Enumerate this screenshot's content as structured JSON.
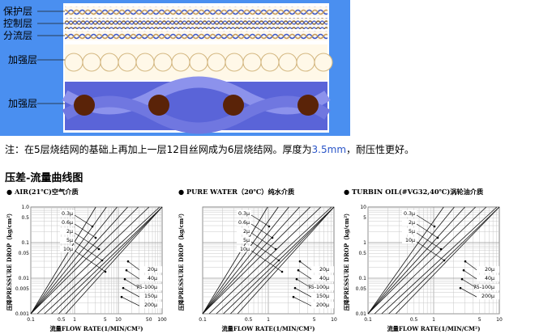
{
  "layer_labels": [
    "保护层",
    "控制层",
    "分流层",
    "加强层",
    "加强层"
  ],
  "note": {
    "prefix": "注：在5层烧结网的基础上再加上一层12目丝网成为6层烧结网。厚度为",
    "thickness": "3.5mm",
    "suffix": "，耐压性更好。"
  },
  "section_title": "压差-流量曲线图",
  "colors": {
    "blue_bg": "#4a8ff0",
    "cream": "#fff8e8",
    "tan": "#c9aa70",
    "dot_blue": "#2e3ec0",
    "dot_brown": "#5a2308",
    "band_blue": "#5a64d8"
  },
  "chart_data": [
    {
      "type": "line",
      "title": "● AIR(21℃)空气介质",
      "xlabel": "流量FLOW RATE(1/MIN/CM²)",
      "ylabel": "压降PRESSURE DROP（kg/cm²）",
      "x_ticks": [
        "0.1",
        "0.5",
        "1",
        "5",
        "10",
        "50",
        "100"
      ],
      "y_ticks": [
        "1.0",
        "0.5",
        "0.1",
        "0.05",
        "0.01",
        "0.005",
        "0.001"
      ],
      "xlim": [
        0.1,
        100
      ],
      "ylim": [
        0.001,
        1.0
      ],
      "log": true,
      "series_labels": [
        {
          "name": "0.3μ",
          "side": "left"
        },
        {
          "name": "0.6μ",
          "side": "left"
        },
        {
          "name": "2μ",
          "side": "left"
        },
        {
          "name": "5μ",
          "side": "left"
        },
        {
          "name": "10μ",
          "side": "left"
        },
        {
          "name": "20μ",
          "side": "right"
        },
        {
          "name": "40μ",
          "side": "right"
        },
        {
          "name": "75-100μ",
          "side": "right"
        },
        {
          "name": "150μ",
          "side": "right"
        },
        {
          "name": "200μ",
          "side": "right"
        }
      ]
    },
    {
      "type": "line",
      "title": "● PURE WATER（20℃）纯水介质",
      "xlabel": "流量FLOW RATE(1/MIN/CM²)",
      "ylabel": "压降PRESSURE DROP（kg/cm²）",
      "x_ticks": [
        "0.1",
        "0.5",
        "1",
        "5",
        "10"
      ],
      "y_ticks": [],
      "xlim": [
        0.1,
        10
      ],
      "ylim": [
        0.001,
        1.0
      ],
      "log": true,
      "series_labels": [
        {
          "name": "0.3μ",
          "side": "left"
        },
        {
          "name": "0.6μ",
          "side": "left"
        },
        {
          "name": "2μ",
          "side": "left"
        },
        {
          "name": "5μ",
          "side": "left"
        },
        {
          "name": "10μ",
          "side": "left"
        },
        {
          "name": "20μ",
          "side": "right"
        },
        {
          "name": "40μ",
          "side": "right"
        },
        {
          "name": "75-100μ",
          "side": "right"
        },
        {
          "name": "150μ",
          "side": "right"
        },
        {
          "name": "200μ",
          "side": "right"
        }
      ]
    },
    {
      "type": "line",
      "title": "● TURBIN OIL(#VG32,40℃)涡轮油介质",
      "xlabel": "流量FLOW RATE(1/MIN/CM²)",
      "ylabel": "压降PRESSURE DROP（kg/cm²）",
      "x_ticks": [
        "0.1",
        "0.5",
        "1",
        "5",
        "10"
      ],
      "y_ticks": [
        "10",
        "5",
        "1",
        "0.5",
        "0.1",
        "0.05",
        "0.01"
      ],
      "xlim": [
        0.1,
        10
      ],
      "ylim": [
        0.01,
        10
      ],
      "log": true,
      "series_labels": [
        {
          "name": "0.3μ",
          "side": "left"
        },
        {
          "name": "2μ",
          "side": "left"
        },
        {
          "name": "5μ",
          "side": "left"
        },
        {
          "name": "10μ",
          "side": "left"
        },
        {
          "name": "20μ",
          "side": "right"
        },
        {
          "name": "40μ",
          "side": "right"
        },
        {
          "name": "75-100μ",
          "side": "right"
        },
        {
          "name": "200μ",
          "side": "right"
        }
      ]
    }
  ]
}
